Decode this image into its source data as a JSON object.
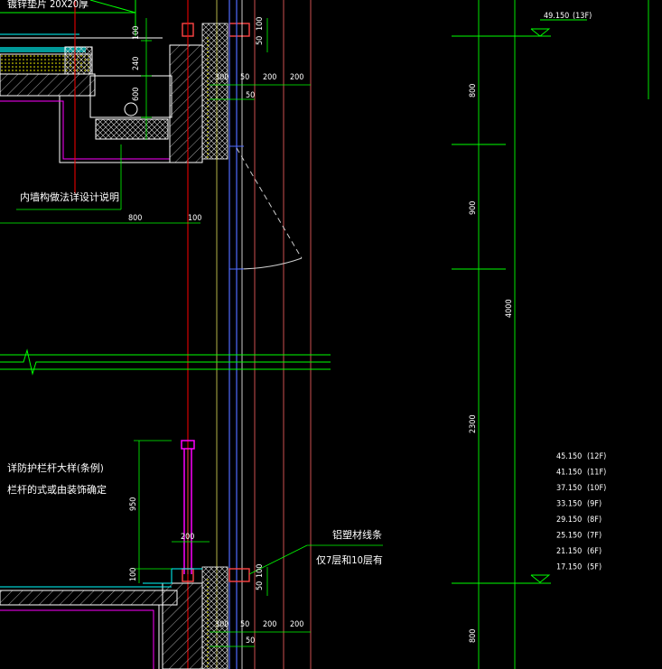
{
  "labels": {
    "top_cut": "镀锌垫片 20X20厚",
    "inner_wall_note": "内墙构做法详设计说明",
    "railing_note_1": "详防护栏杆大样(条例)",
    "railing_note_2": "栏杆的式或由装饰确定",
    "aluminum_note_1": "铝塑材线条",
    "aluminum_note_2": "仅7层和10层有"
  },
  "dimensions": {
    "top_a": "100",
    "top_b": "240",
    "top_c": "600",
    "top_d": "50",
    "top_e": "100",
    "top_h1": "300",
    "top_h2": "50",
    "top_h3": "200",
    "top_h4": "200",
    "top_h5": "50",
    "mid_800": "800",
    "mid_100": "100",
    "rail_950": "950",
    "rail_200": "200",
    "rail_100": "100",
    "bot_50": "50",
    "bot_100": "100",
    "bot_h1": "300",
    "bot_h2": "50",
    "bot_h3": "200",
    "bot_h4": "200",
    "bot_h5": "50",
    "right_800": "800",
    "right_900": "900",
    "right_4000": "4000",
    "right_2300": "2300",
    "right_800b": "800"
  },
  "elevations": {
    "top": {
      "value": "49.150",
      "floor": "(13F)"
    },
    "list": [
      {
        "value": "45.150",
        "floor": "(12F)"
      },
      {
        "value": "41.150",
        "floor": "(11F)"
      },
      {
        "value": "37.150",
        "floor": "(10F)"
      },
      {
        "value": "33.150",
        "floor": "(9F)"
      },
      {
        "value": "29.150",
        "floor": "(8F)"
      },
      {
        "value": "25.150",
        "floor": "(7F)"
      },
      {
        "value": "21.150",
        "floor": "(6F)"
      },
      {
        "value": "17.150",
        "floor": "(5F)"
      }
    ]
  },
  "colors": {
    "background": "#000000",
    "green": "#00ff00",
    "red": "#ff0000",
    "white": "#ffffff",
    "magenta": "#ff00ff",
    "yellow": "#ffff00",
    "cyan": "#00ffff",
    "blue": "#4f6bff"
  }
}
